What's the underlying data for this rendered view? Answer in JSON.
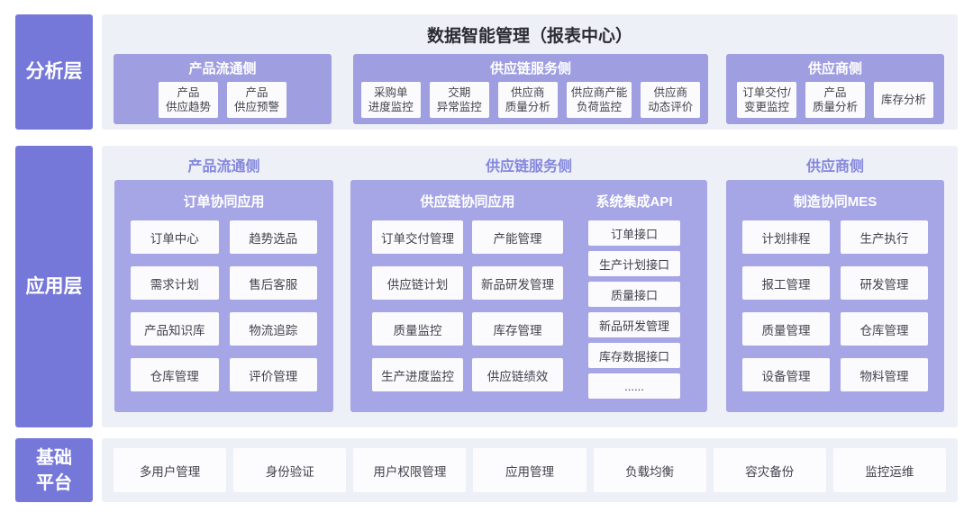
{
  "colors": {
    "layer_label_bg": "#7678d9",
    "panel_bg": "#eef0f7",
    "group_box_bg_row1": "#9f9ee1",
    "group_box_bg_row2": "#a6a5e5",
    "section_header_text": "#8487dc",
    "chip_bg": "#fbfbfe",
    "chip_text": "#42424c",
    "title_text": "#2b2b33"
  },
  "layers": {
    "analysis": "分析层",
    "application": "应用层",
    "platform": "基础\n平台"
  },
  "analysis": {
    "title": "数据智能管理（报表中心）",
    "groups": [
      {
        "title": "产品流通侧",
        "chips": [
          "产品\n供应趋势",
          "产品\n供应预警"
        ]
      },
      {
        "title": "供应链服务侧",
        "chips": [
          "采购单\n进度监控",
          "交期\n异常监控",
          "供应商\n质量分析",
          "供应商产能\n负荷监控",
          "供应商\n动态评价"
        ]
      },
      {
        "title": "供应商侧",
        "chips": [
          "订单交付/\n变更监控",
          "产品\n质量分析",
          "库存分析"
        ]
      }
    ]
  },
  "application": {
    "section_headers": [
      "产品流通侧",
      "供应链服务侧",
      "供应商侧"
    ],
    "order_group": {
      "title": "订单协同应用",
      "chips": [
        "订单中心",
        "趋势选品",
        "需求计划",
        "售后客服",
        "产品知识库",
        "物流追踪",
        "仓库管理",
        "评价管理"
      ]
    },
    "supply_group": {
      "title": "供应链协同应用",
      "chips": [
        "订单交付管理",
        "产能管理",
        "供应链计划",
        "新品研发管理",
        "质量监控",
        "库存管理",
        "生产进度监控",
        "供应链绩效"
      ]
    },
    "api_group": {
      "title": "系统集成API",
      "chips": [
        "订单接口",
        "生产计划接口",
        "质量接口",
        "新品研发管理",
        "库存数据接口",
        "......"
      ]
    },
    "mes_group": {
      "title": "制造协同MES",
      "chips": [
        "计划排程",
        "生产执行",
        "报工管理",
        "研发管理",
        "质量管理",
        "仓库管理",
        "设备管理",
        "物料管理"
      ]
    }
  },
  "platform": {
    "chips": [
      "多用户管理",
      "身份验证",
      "用户权限管理",
      "应用管理",
      "负载均衡",
      "容灾备份",
      "监控运维"
    ]
  }
}
